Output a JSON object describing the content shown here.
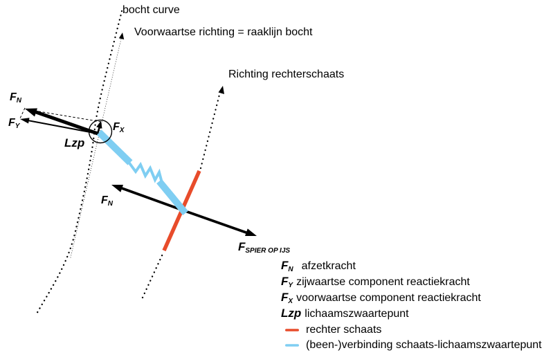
{
  "colors": {
    "ink": "#000000",
    "skate": "#E84C2B",
    "leg": "#7FCEF2",
    "background": "#FFFFFF"
  },
  "labels": {
    "bocht_curve": "bocht curve",
    "raaklijn": "Voorwaartse richting = raaklijn bocht",
    "richting_schaats": "Richting rechterschaats"
  },
  "forces": {
    "fn_top": {
      "main": "F",
      "sub": "N"
    },
    "fy": {
      "main": "F",
      "sub": "Y"
    },
    "fx": {
      "main": "F",
      "sub": "X"
    },
    "lzp": "Lzp",
    "fn_mid": {
      "main": "F",
      "sub": "N"
    },
    "fspier": {
      "main": "F",
      "sub": "SPIER OP IJS"
    }
  },
  "legend": {
    "items": [
      {
        "symbol": "F",
        "sub": "N",
        "desc": "afzetkracht"
      },
      {
        "symbol": "F",
        "sub": "Y",
        "desc": "zijwaartse component reactiekracht"
      },
      {
        "symbol": "F",
        "sub": "X",
        "desc": "voorwaartse component reactiekracht"
      },
      {
        "symbol": "Lzp",
        "sub": "",
        "desc": "lichaamszwaartepunt"
      },
      {
        "swatch_color": "#E84C2B",
        "desc": "rechter schaats"
      },
      {
        "swatch_color": "#7FCEF2",
        "desc": "(been-)verbinding schaats-lichaamszwaartepunt"
      }
    ]
  }
}
